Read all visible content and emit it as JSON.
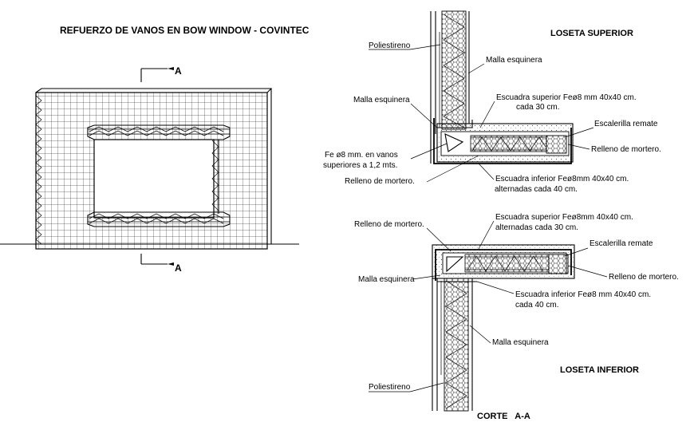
{
  "elevation": {
    "title": "REFUERZO DE VANOS EN BOW WINDOW - COVINTEC",
    "section_mark_top": "A",
    "section_mark_bottom": "A"
  },
  "upper_detail": {
    "heading": "LOSETA SUPERIOR",
    "labels": {
      "poliestireno": "Poliestireno",
      "malla_esquinera_1": "Malla  esquinera",
      "malla_esquinera_2": "Malla esquinera",
      "escuadra_superior_1": "Escuadra superior Feø8 mm 40x40 cm.",
      "escuadra_superior_2": "cada 30 cm.",
      "escalerilla": "Escalerilla remate",
      "relleno_right": "Relleno de mortero.",
      "fe_vanos_1": "Fe ø8 mm. en vanos",
      "fe_vanos_2": "superiores a 1,2 mts.",
      "relleno_left": "Relleno de mortero.",
      "escuadra_inferior_1": "Escuadra inferior Feø8mm 40x40 cm.",
      "escuadra_inferior_2": "alternadas cada 40 cm."
    }
  },
  "lower_detail": {
    "heading": "LOSETA INFERIOR",
    "labels": {
      "relleno_left": "Relleno de mortero.",
      "escuadra_superior_1": "Escuadra superior Feø8mm 40x40 cm.",
      "escuadra_superior_2": "alternadas cada 30 cm.",
      "escalerilla": "Escalerilla remate",
      "malla_esquinera_1": "Malla esquinera",
      "relleno_right": "Relleno de mortero.",
      "escuadra_inferior_1": "Escuadra inferior Feø8 mm 40x40 cm.",
      "escuadra_inferior_2": "cada 40 cm.",
      "malla_esquinera_2": "Malla esquinera",
      "poliestireno": "Poliestireno"
    }
  },
  "footer": {
    "corte_title": "CORTE   A-A"
  }
}
